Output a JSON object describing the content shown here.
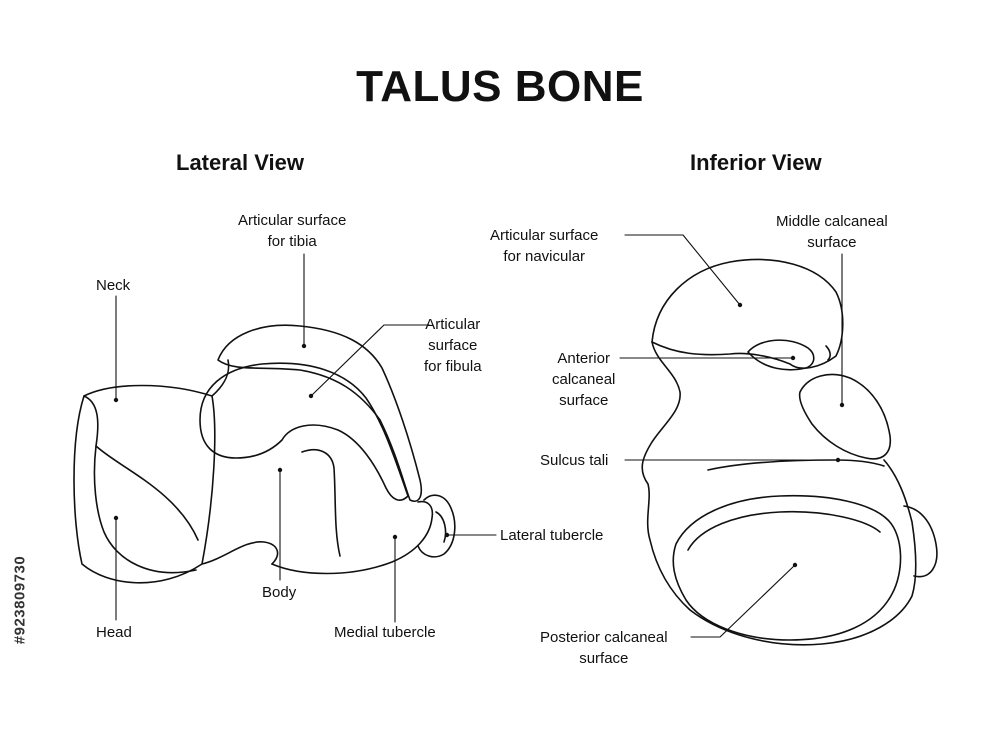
{
  "title": "TALUS BONE",
  "watermark_id": "#923809730",
  "colors": {
    "stroke": "#111111",
    "background": "#ffffff"
  },
  "lateral": {
    "heading": "Lateral View",
    "labels": {
      "tibia": "Articular surface\nfor tibia",
      "neck": "Neck",
      "fibula": "Articular\nsurface\nfor fibula",
      "body": "Body",
      "head": "Head",
      "medial_tubercle": "Medial tubercle",
      "lateral_tubercle": "Lateral tubercle"
    }
  },
  "inferior": {
    "heading": "Inferior View",
    "labels": {
      "navicular": "Articular surface\nfor navicular",
      "middle_calcaneal": "Middle calcaneal\nsurface",
      "anterior_calcaneal": "Anterior\ncalcaneal\nsurface",
      "sulcus_tali": "Sulcus tali",
      "posterior_calcaneal": "Posterior calcaneal\nsurface"
    }
  }
}
